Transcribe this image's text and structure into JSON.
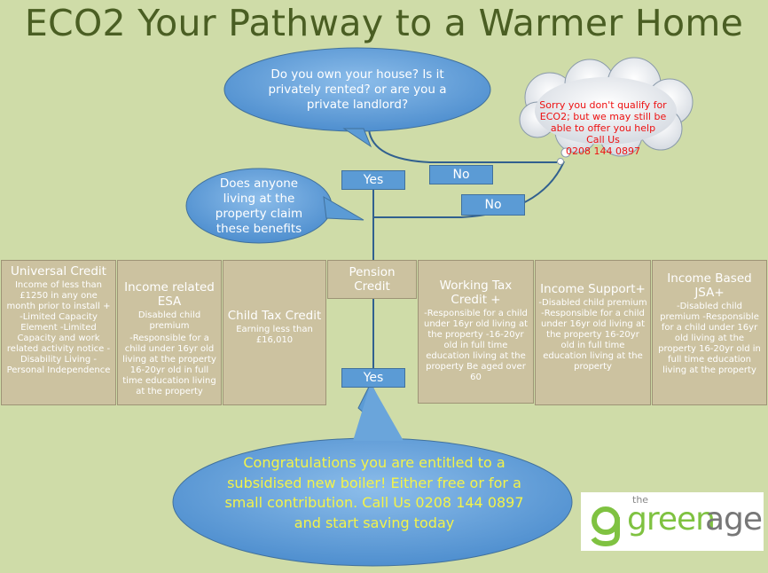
{
  "title": "ECO2 Your Pathway to a Warmer Home",
  "questions": {
    "ownership": "Do you own your house? Is it privately rented? or are you a private landlord?",
    "benefits": "Does anyone living at the property claim these benefits"
  },
  "buttons": {
    "yes_top": "Yes",
    "no_top": "No",
    "no_second": "No",
    "yes_bottom": "Yes"
  },
  "cloud": {
    "message": "Sorry you don't qualify for ECO2; but we may still be able to offer you help",
    "call": "Call Us",
    "phone": "0208 144 0897"
  },
  "categories": [
    {
      "name": "Universal Credit",
      "details": "Income of less than £1250 in any one month prior to install + -Limited Capacity Element -Limited Capacity and work related activity notice -Disability Living -Personal Independence"
    },
    {
      "name": "Income related ESA",
      "name_suffix": "Disabled child premium",
      "details": "-Responsible for a child under 16yr old living at the property 16-20yr old in full time education living at the property"
    },
    {
      "name": "Child Tax Credit",
      "details": "Earning less than £16,010"
    },
    {
      "name": "Pension Credit",
      "details": ""
    },
    {
      "name": "Working Tax Credit +",
      "details": "-Responsible for a child under 16yr old living at the property -16-20yr old in full time education living at the property Be aged over 60"
    },
    {
      "name": "Income Support+",
      "details": "-Disabled child premium -Responsible for a child under 16yr old living at the property 16-20yr old in full time education living at the property"
    },
    {
      "name": "Income Based JSA+",
      "details": "-Disabled child premium -Responsible for a child under 16yr old living at the property 16-20yr old in full time education living at the property"
    }
  ],
  "result": "Congratulations you are entitled to a subsidised new boiler! Either free or for a small contribution. Call Us 0208 144 0897 and start saving today",
  "logo": {
    "small": "the",
    "green": "green",
    "age": "age"
  },
  "colors": {
    "bubble": "#5b9bd5",
    "box": "#ccc2a0",
    "background": "#cfdca8",
    "title": "#4a5e23",
    "result_text": "#f3f34a",
    "cloud_text": "#e11111"
  }
}
